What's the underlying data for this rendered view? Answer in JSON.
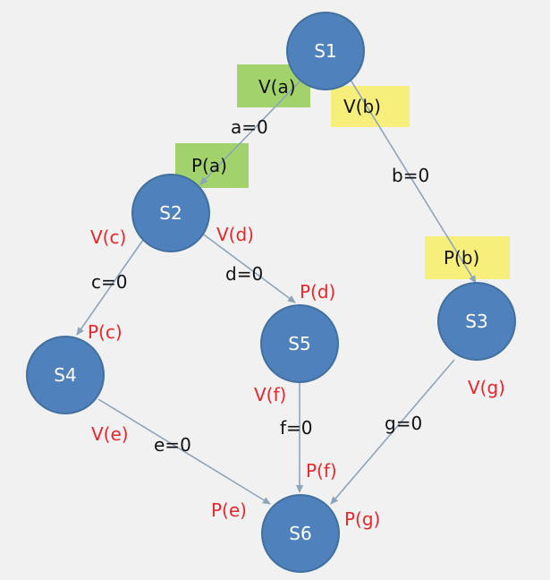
{
  "nodes": {
    "s1": "S1",
    "s2": "S2",
    "s3": "S3",
    "s4": "S4",
    "s5": "S5",
    "s6": "S6"
  },
  "edge_labels": {
    "a": "a=0",
    "b": "b=0",
    "c": "c=0",
    "d": "d=0",
    "e": "e=0",
    "f": "f=0",
    "g": "g=0"
  },
  "highlighted_ops": {
    "va": "V(a)",
    "vb": "V(b)",
    "pa": "P(a)",
    "pb": "P(b)"
  },
  "red_ops": {
    "vc": "V(c)",
    "vd": "V(d)",
    "pd": "P(d)",
    "pc": "P(c)",
    "vf": "V(f)",
    "vg": "V(g)",
    "ve": "V(e)",
    "pf": "P(f)",
    "pe": "P(e)",
    "pg": "P(g)"
  },
  "colors": {
    "node_fill": "#4f81bd",
    "edge": "#8ea4b8",
    "red_text": "#e8262b",
    "green_highlight": "#8fca4a",
    "yellow_highlight": "#f7ee6f",
    "background": "#f1f1f1"
  }
}
